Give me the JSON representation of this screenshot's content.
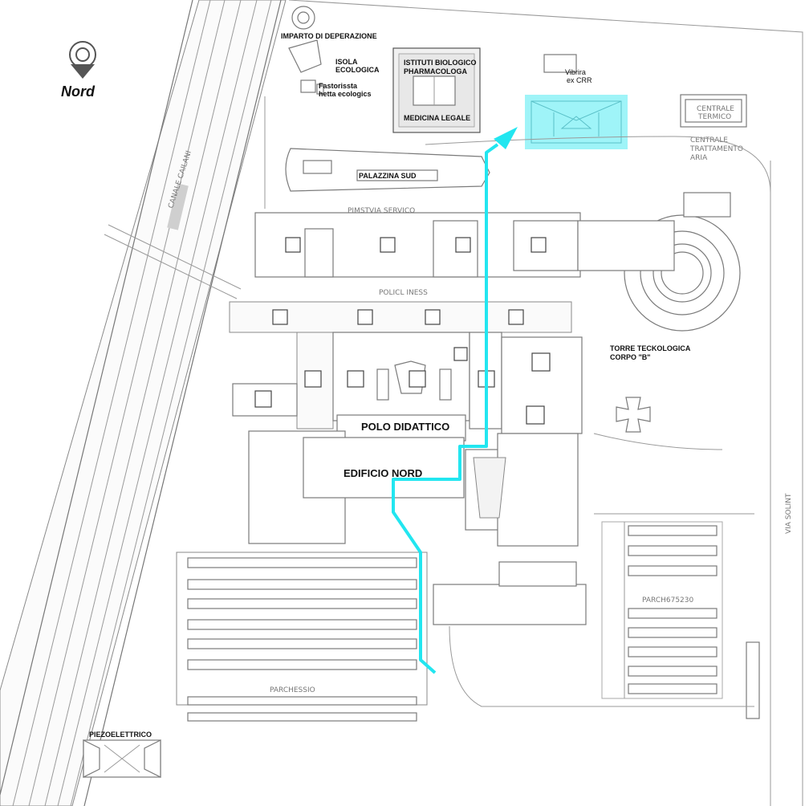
{
  "compass": {
    "label": "Nord"
  },
  "labels": {
    "imparto": "IMPARTO DI DEPERAZIONE",
    "isola_1": "ISOLA",
    "isola_2": "ECOLOGICA",
    "fastor_1": "Fastorissta",
    "fastor_2": "hetta ecologics",
    "istituti_1": "ISTITUTI BIOLOGICO",
    "istituti_2": "PHARMACOLOGA",
    "medicina": "MEDICINA LEGALE",
    "vibrira_1": "Vibrira",
    "vibrira_2": "ex CRR",
    "centrale_termico_1": "CENTRALE",
    "centrale_termico_2": "TERMICO",
    "centrale_tratt_1": "CENTRALE",
    "centrale_tratt_2": "TRATTAMENTO",
    "centrale_tratt_3": "ARIA",
    "canale": "CANALE CAILANI",
    "palazzina": "PALAZZINA SUD",
    "pimstvia": "PIMSTVIA SERVICO",
    "policl": "POLICL INESS",
    "torre_1": "TORRE TECKOLOGICA",
    "torre_2": "CORPO \"B\"",
    "polo": "POLO DIDATTICO",
    "edificio": "EDIFICIO NORD",
    "via": "VIA SOLINT",
    "parch_right": "PARCH675230",
    "parchessio": "PARCHESSIO",
    "piezo": "PIEZOELETTRICO"
  },
  "colors": {
    "route": "#22e6f0",
    "highlight": "#7ff0f5",
    "line": "#8a8a8a"
  }
}
